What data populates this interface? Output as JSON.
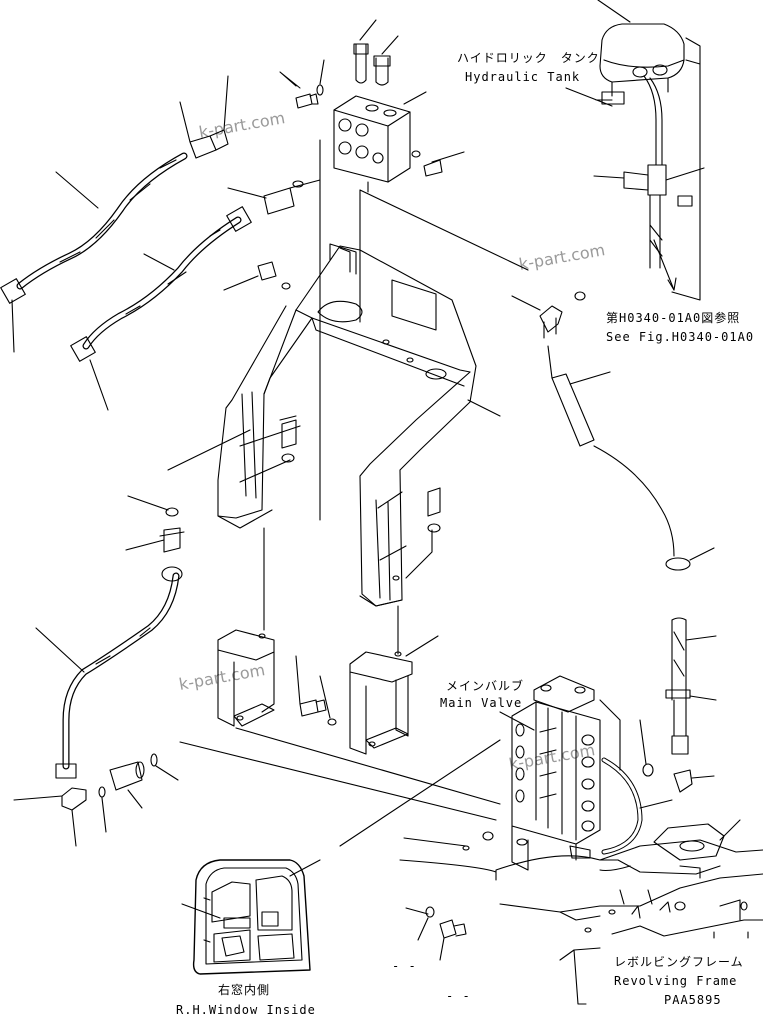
{
  "labels": {
    "hydraulic_tank_jp": "ハイドロリック　タンク",
    "hydraulic_tank_en": "Hydraulic Tank",
    "see_fig_jp": "第H0340-01A0図参照",
    "see_fig_en": "See Fig.H0340-01A0",
    "main_valve_jp": "メインバルブ",
    "main_valve_en": "Main Valve",
    "revolving_frame_jp": "レボルビングフレーム",
    "revolving_frame_en": "Revolving Frame",
    "window_jp": "右窓内側",
    "window_en": "R.H.Window Inside",
    "drawing_code": "PAA5895",
    "dash_a": "- -",
    "dash_b": "- -"
  },
  "watermarks": [
    "k-part.com",
    "k-part.com",
    "k-part.com",
    "k-part.com"
  ]
}
